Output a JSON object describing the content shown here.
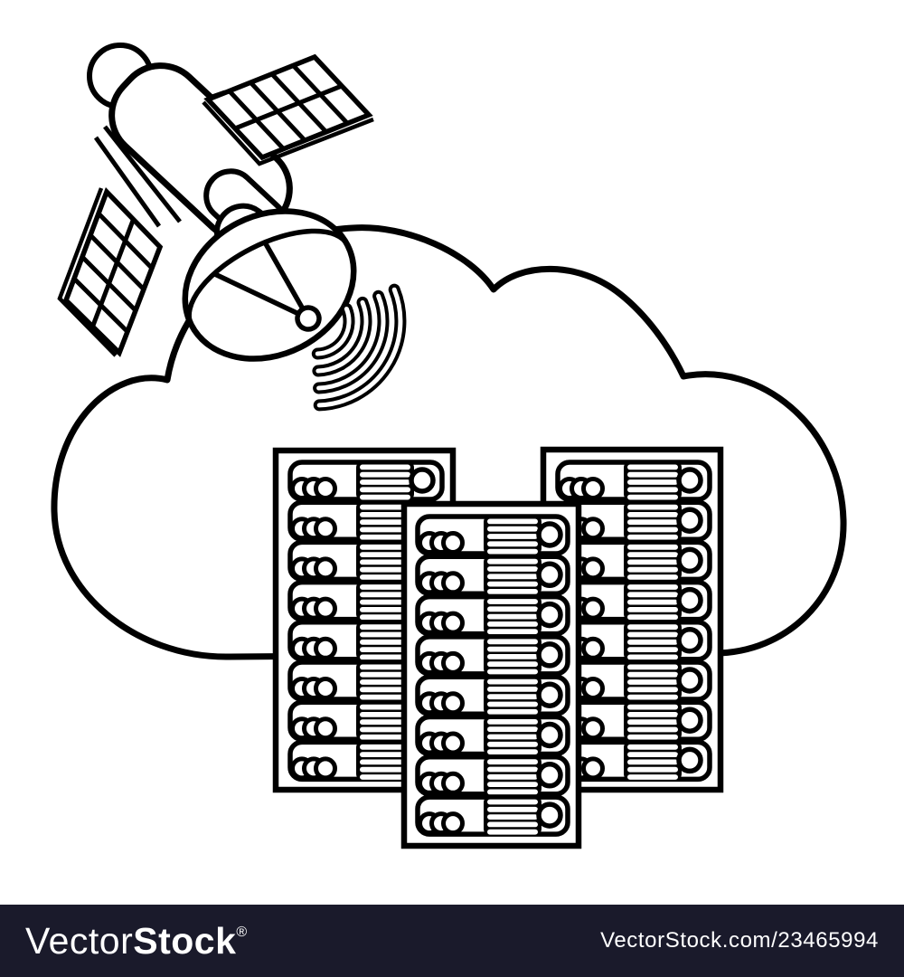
{
  "page": {
    "background": "#ffffff"
  },
  "illustration": {
    "ink_color": "#000000",
    "elements": [
      "satellite-icon",
      "solar-panel-icon",
      "solar-panel-icon",
      "satellite-dish-icon",
      "signal-waves-icon",
      "cloud-icon",
      "server-rack-icon",
      "server-rack-icon",
      "server-rack-icon"
    ],
    "rack_count": 3,
    "servers_per_rack": 8,
    "signal_wave_count": 4
  },
  "watermark_bar": {
    "background": "#1a1a2b",
    "text_color": "#ffffff",
    "logo": {
      "light": "Vector",
      "bold": "Stock",
      "registered": "®"
    },
    "credit": "VectorStock.com/23465994"
  }
}
